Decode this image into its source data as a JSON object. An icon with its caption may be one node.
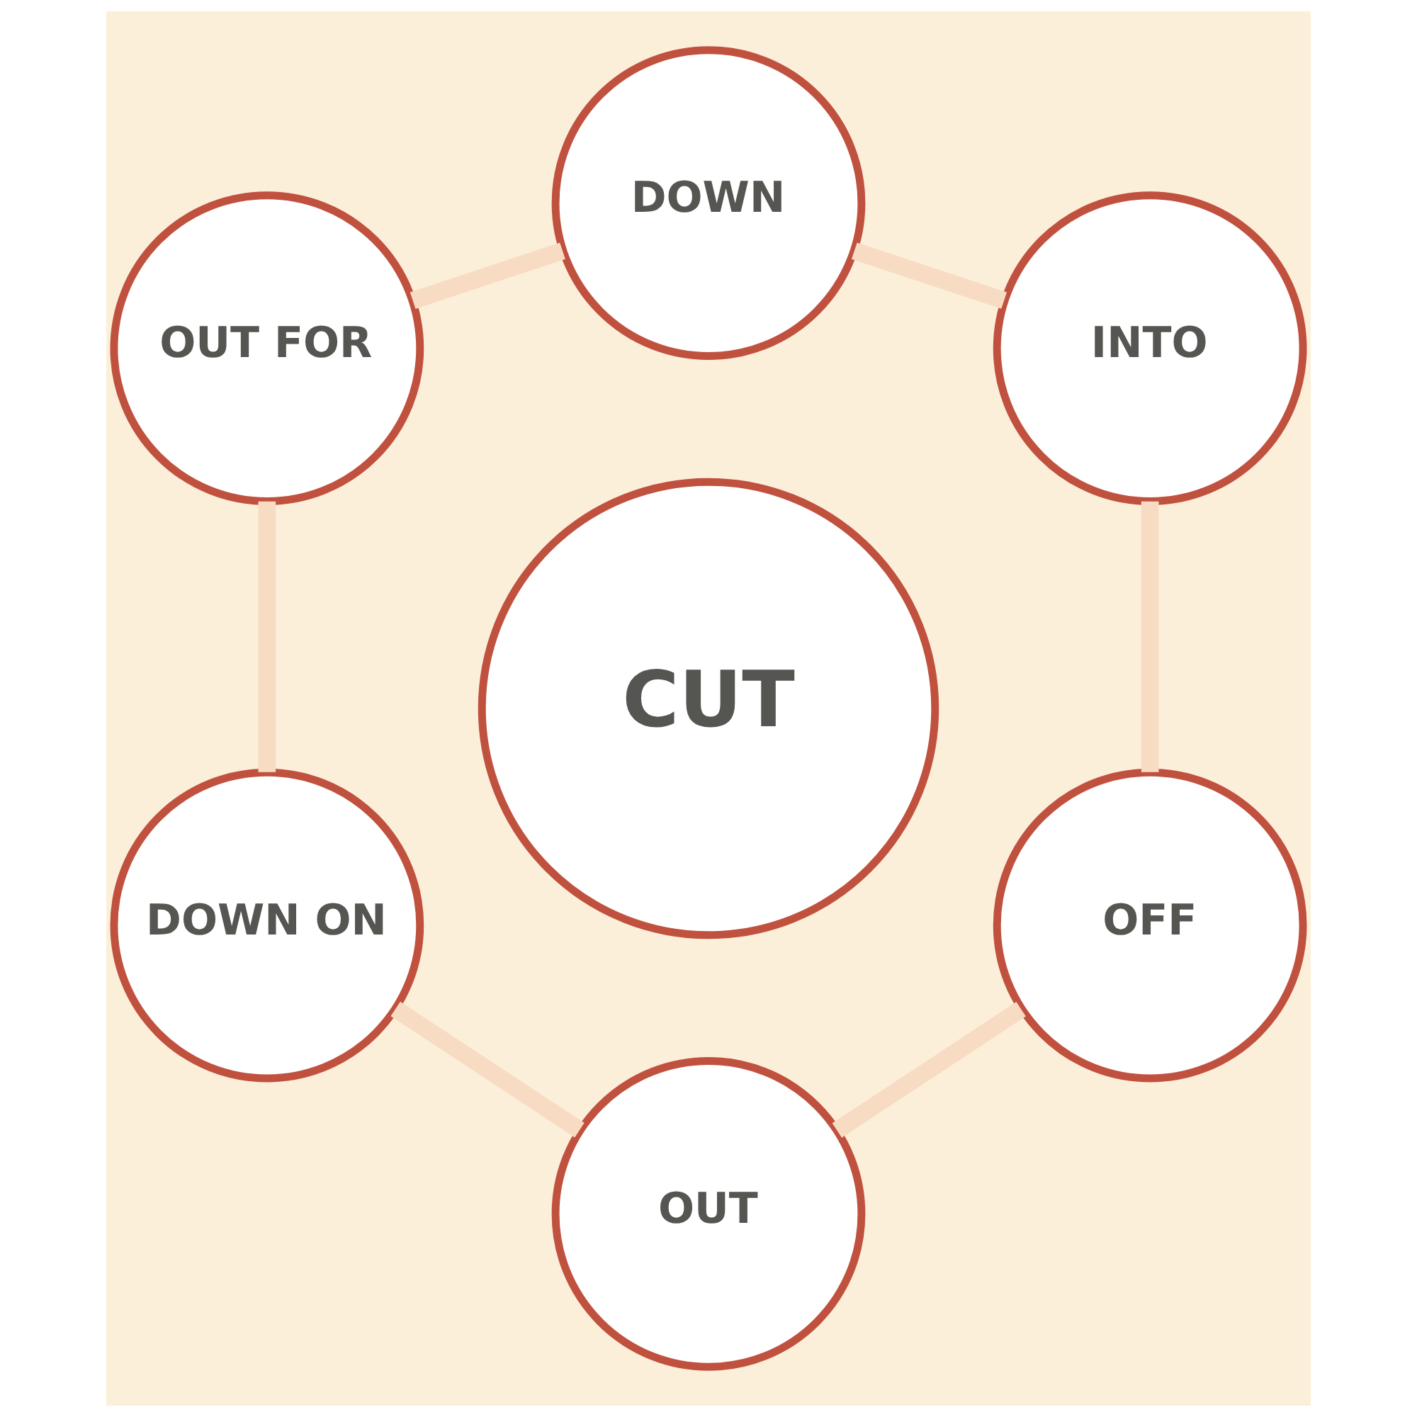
{
  "diagram": {
    "nodes": [
      {
        "text": [
          "CUT"
        ]
      },
      {
        "text": [
          "DOWN"
        ]
      },
      {
        "text": [
          "INTO"
        ]
      },
      {
        "text": [
          "OFF"
        ]
      },
      {
        "text": [
          "OUT"
        ]
      },
      {
        "text": [
          "DOWN ON"
        ]
      },
      {
        "text": [
          "OUT FOR"
        ]
      }
    ],
    "edges": [
      {
        "from": 1,
        "to": 2,
        "arrow": "none"
      },
      {
        "from": 2,
        "to": 3,
        "arrow": "none"
      },
      {
        "from": 4,
        "to": 3,
        "arrow": "none"
      },
      {
        "from": 5,
        "to": 4,
        "arrow": "none"
      },
      {
        "from": 6,
        "to": 5,
        "arrow": "none"
      },
      {
        "from": 6,
        "to": 1,
        "arrow": "none"
      }
    ]
  }
}
